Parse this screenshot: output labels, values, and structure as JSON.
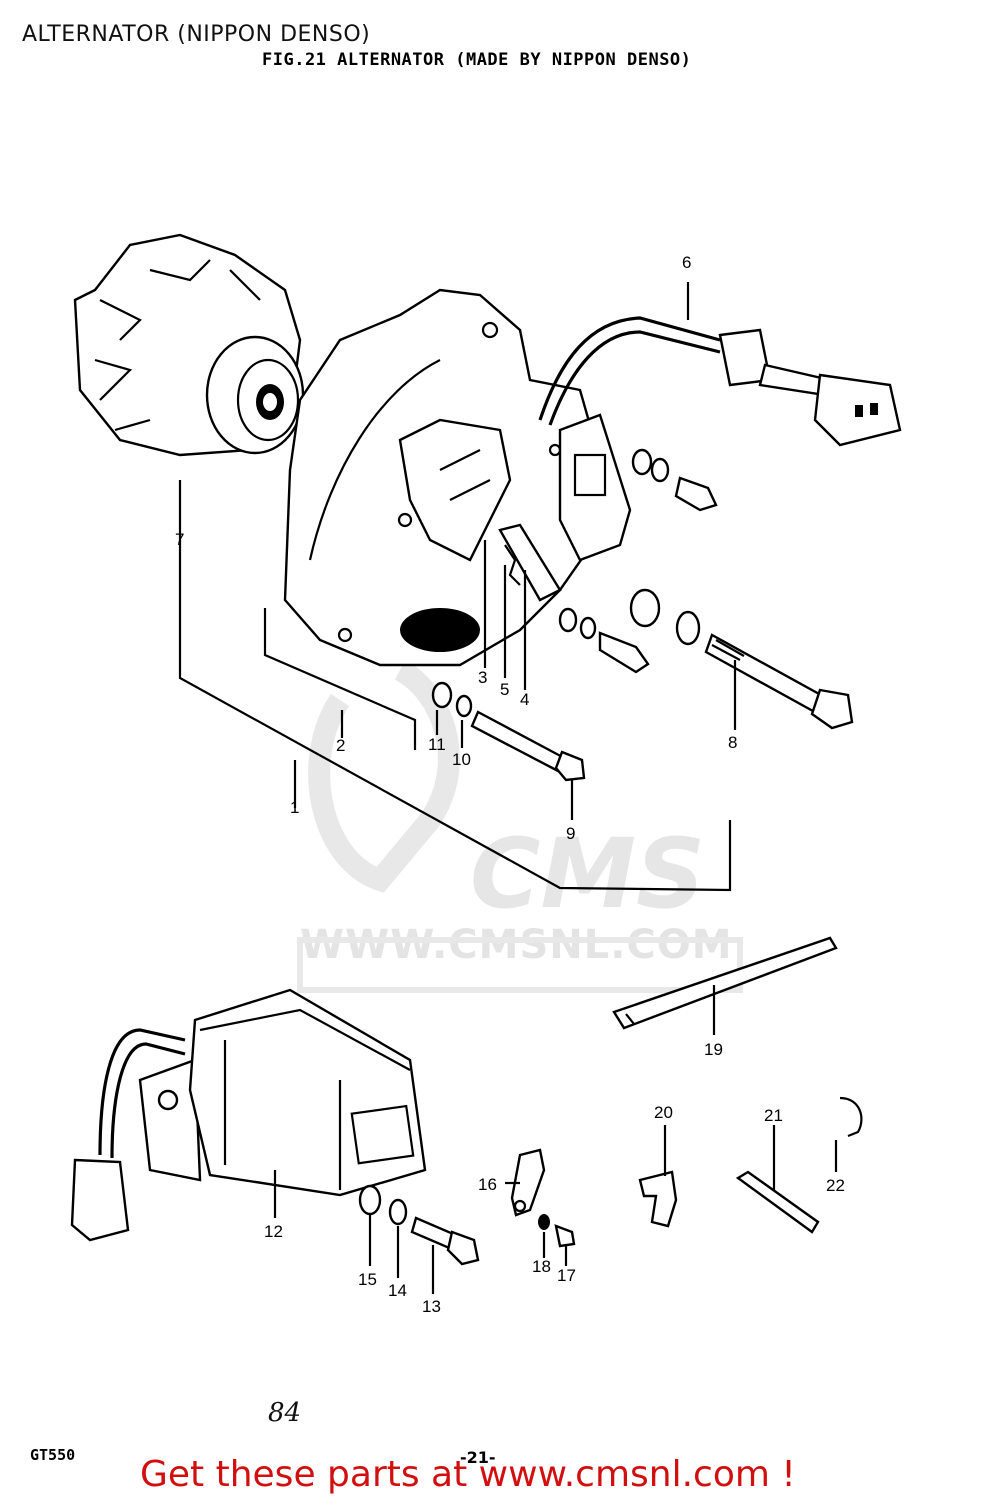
{
  "header": {
    "title": "ALTERNATOR (NIPPON DENSO)"
  },
  "figure": {
    "caption": "FIG.21  ALTERNATOR (MADE BY NIPPON DENSO)"
  },
  "watermark": {
    "logo": "CMS",
    "url": "WWW.CMSNL.COM"
  },
  "callouts": [
    "1",
    "2",
    "3",
    "4",
    "5",
    "6",
    "7",
    "8",
    "9",
    "10",
    "11",
    "12",
    "13",
    "14",
    "15",
    "16",
    "17",
    "18",
    "19",
    "20",
    "21",
    "22"
  ],
  "footer": {
    "model_code": "GT550",
    "page_number": "-21-",
    "handwritten_note": "84",
    "promo": "Get these parts at www.cmsnl.com !",
    "promo_color": "#d20f0f"
  }
}
